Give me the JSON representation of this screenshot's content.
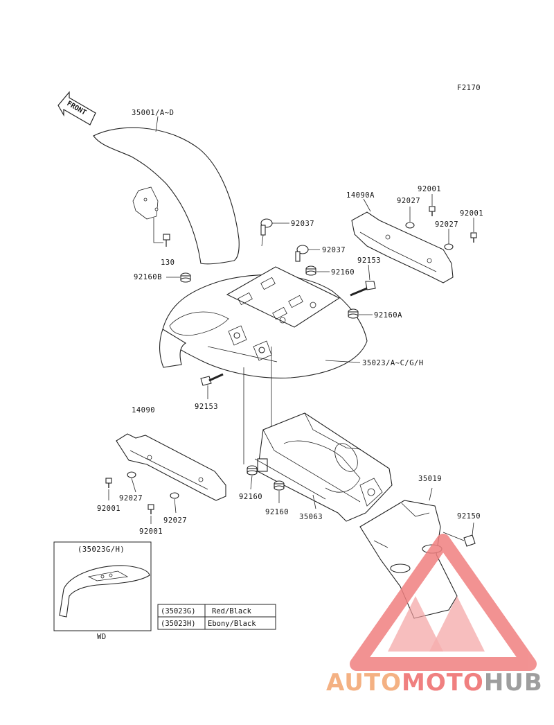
{
  "figure_code": "F2170",
  "front_label": "FRONT",
  "parts": {
    "front_fender": "35001/A~D",
    "rear_fender": "35023/A~C/G/H",
    "bracket_right": "14090A",
    "bracket_left": "14090",
    "flap": "35019",
    "housing": "35063",
    "bolt_130": "130",
    "grommet_92160B": "92160B",
    "clamp_1": "92037",
    "clamp_2": "92037",
    "grommet_92160_top": "92160",
    "bolt_92153_top": "92153",
    "grommet_92160A": "92160A",
    "bolt_92153_left": "92153",
    "bolt_92001_r1": "92001",
    "bolt_92001_r2": "92001",
    "washer_92027_r1": "92027",
    "washer_92027_r2": "92027",
    "bolt_92001_l1": "92001",
    "bolt_92001_l2": "92001",
    "washer_92027_l1": "92027",
    "washer_92027_l2": "92027",
    "grommet_92160_mid1": "92160",
    "grommet_92160_mid2": "92160",
    "bolt_92150": "92150"
  },
  "inset": {
    "title": "(35023G/H)",
    "caption": "WD"
  },
  "color_table": [
    {
      "code": "(35023G)",
      "color": "Red/Black"
    },
    {
      "code": "(35023H)",
      "color": "Ebony/Black"
    }
  ],
  "watermark": {
    "part1": "AUTO",
    "part2": "MOTO",
    "part3": "HUB",
    "color1": "#f4b183",
    "color2": "#f08080",
    "color3": "#9e9e9e"
  }
}
